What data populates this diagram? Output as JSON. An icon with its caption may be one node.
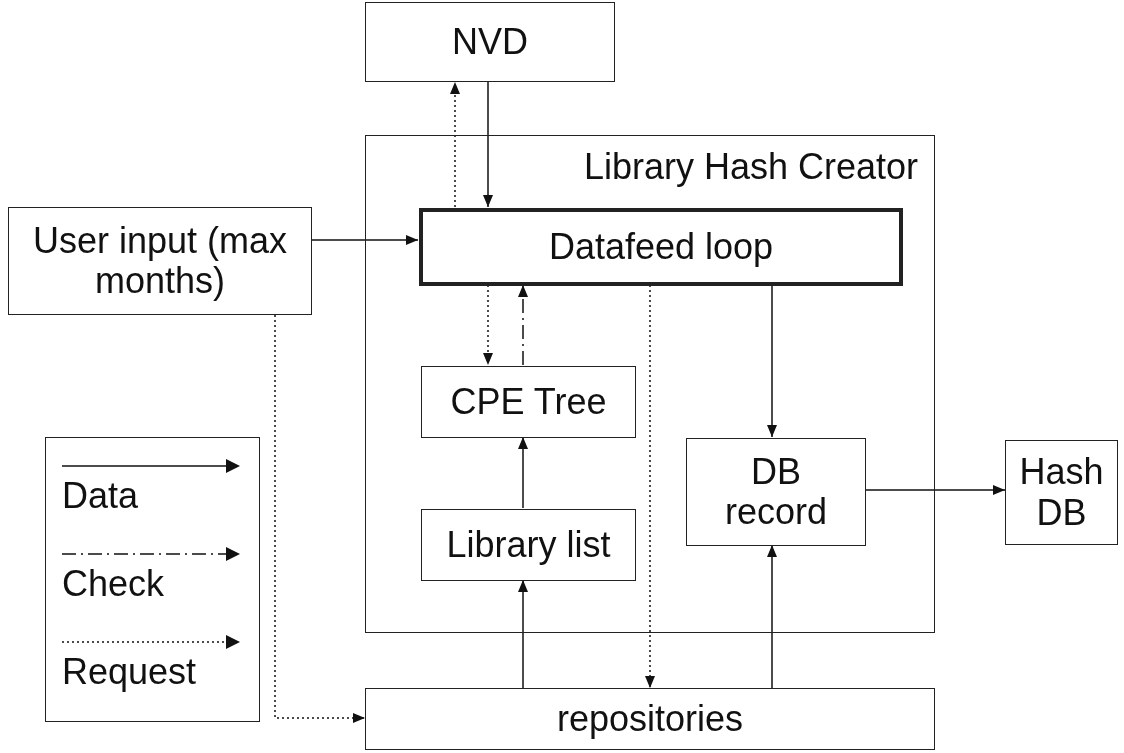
{
  "diagram": {
    "nodes": [
      {
        "text": [
          "NVD"
        ]
      },
      {
        "text": [
          "Library Hash Creator"
        ]
      },
      {
        "text": [
          "Datafeed loop"
        ],
        "in": 1
      },
      {
        "text": [
          "User input (max months)"
        ]
      },
      {
        "text": [
          "CPE Tree"
        ],
        "in": 1
      },
      {
        "text": [
          "Library list"
        ],
        "in": 1
      },
      {
        "text": [
          "DB record"
        ],
        "in": 1
      },
      {
        "text": [
          "Hash DB"
        ]
      },
      {
        "text": [
          "repositories"
        ]
      }
    ],
    "edges": [
      {
        "from": 2,
        "to": 0,
        "arrow": "to",
        "style": "dashed"
      },
      {
        "from": 0,
        "to": 2,
        "arrow": "to"
      },
      {
        "from": 3,
        "to": 2,
        "arrow": "to"
      },
      {
        "from": 2,
        "to": 4,
        "arrow": "to",
        "style": "dashed"
      },
      {
        "from": 4,
        "to": 2,
        "arrow": "to",
        "style": "dashed"
      },
      {
        "from": 2,
        "to": 6,
        "arrow": "to"
      },
      {
        "from": 2,
        "to": 8,
        "arrow": "to",
        "style": "dashed"
      },
      {
        "from": 5,
        "to": 4,
        "arrow": "to"
      },
      {
        "from": 8,
        "to": 5,
        "arrow": "to"
      },
      {
        "from": 8,
        "to": 6,
        "arrow": "to"
      },
      {
        "from": 6,
        "to": 7,
        "arrow": "to"
      },
      {
        "from": 3,
        "to": 8,
        "arrow": "to",
        "style": "dashed"
      }
    ],
    "legend": [
      {
        "text": "Data"
      },
      {
        "text": "Check"
      },
      {
        "text": "Request"
      }
    ]
  }
}
